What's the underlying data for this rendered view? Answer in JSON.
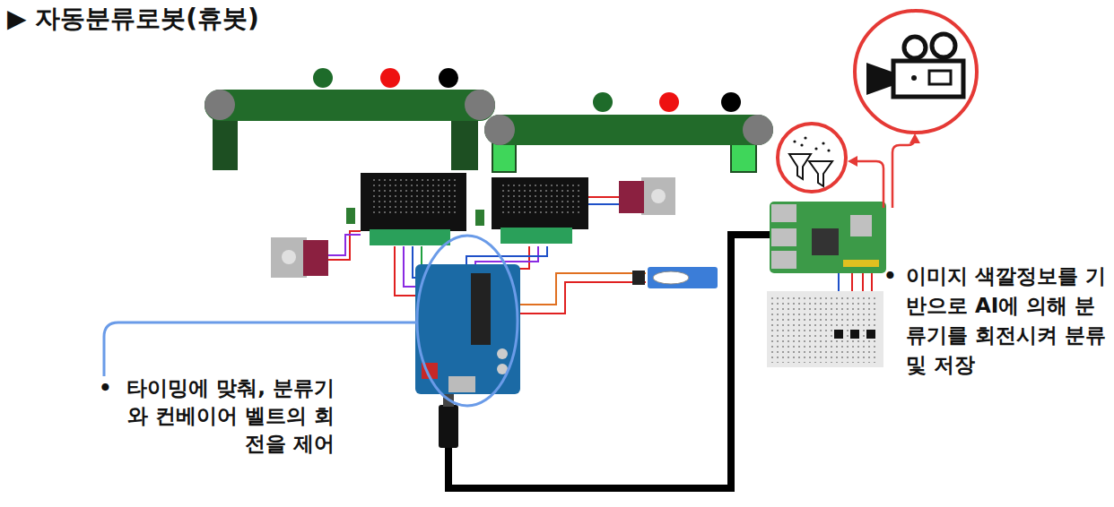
{
  "diagram": {
    "title": "▶ 자동분류로봇(휴봇)",
    "labels": [
      "•",
      "타이밍에 맞춰, 분류기와 컨베이어 벨트의 회전을 제어",
      "•",
      "이미지 색깔정보를 기반으로 AI에 의해 분류기를 회전시켜 분류 및 저장"
    ]
  }
}
